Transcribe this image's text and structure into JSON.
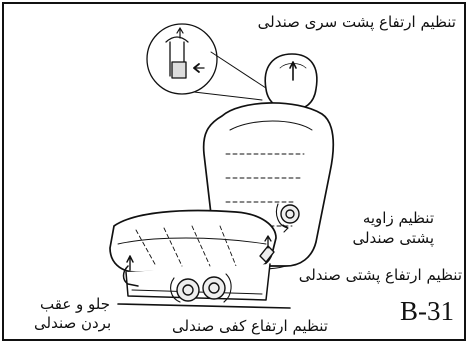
{
  "labels": {
    "headrest_height": "تنظیم ارتفاع پشت سری صندلی",
    "backrest_angle_line1": "تنظیم زاویه",
    "backrest_angle_line2": "پشتی صندلی",
    "backrest_height": "تنظیم ارتفاع پشتی صندلی",
    "slide_line1": "جلو و عقب",
    "slide_line2": "بردن صندلی",
    "cushion_height": "تنظیم ارتفاع کفی صندلی"
  },
  "figure_id": "B-31"
}
